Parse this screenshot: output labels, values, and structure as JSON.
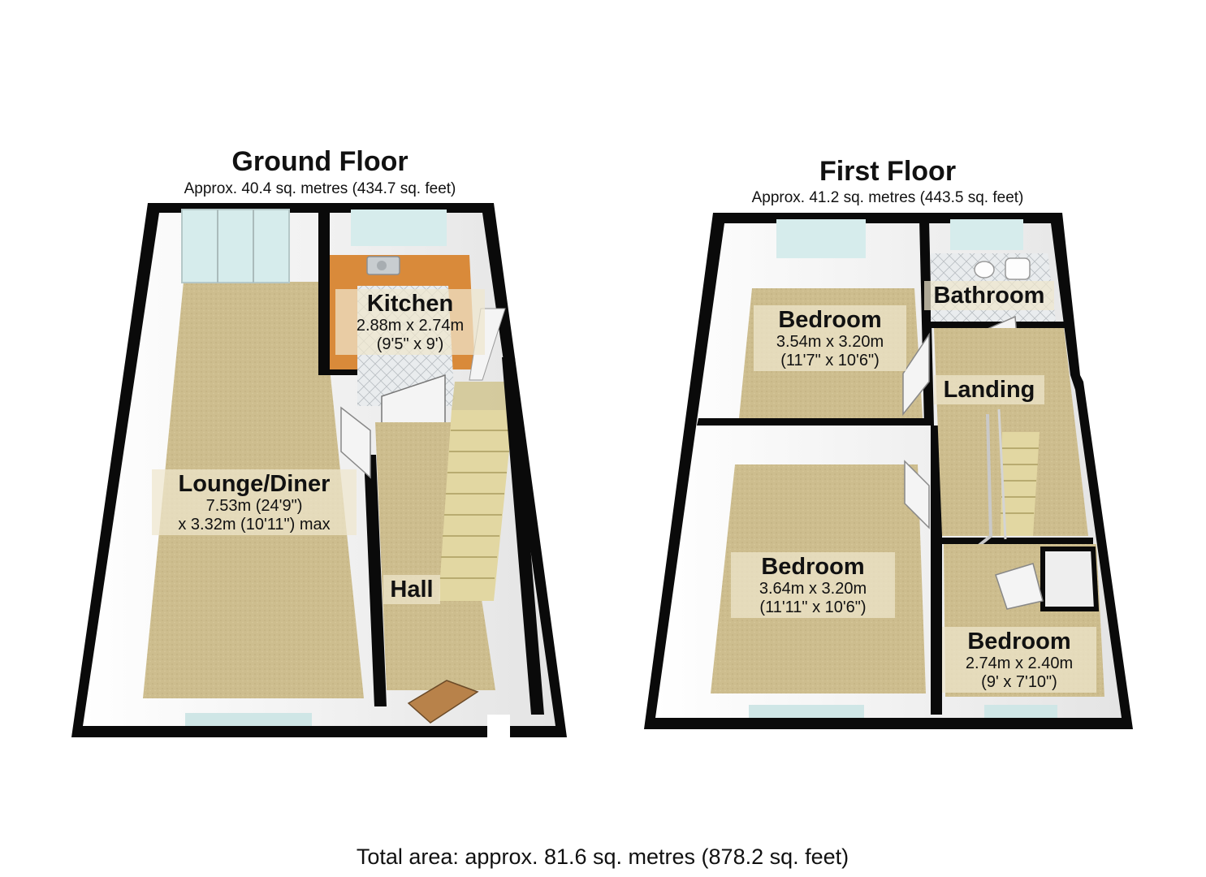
{
  "ground_floor": {
    "title": "Ground Floor",
    "area": "Approx. 40.4 sq. metres (434.7 sq. feet)",
    "rooms": {
      "lounge": {
        "name": "Lounge/Diner",
        "dim1": "7.53m (24'9\")",
        "dim2": "x 3.32m (10'11\") max"
      },
      "kitchen": {
        "name": "Kitchen",
        "dim1": "2.88m x 2.74m",
        "dim2": "(9'5\" x 9')"
      },
      "hall": {
        "name": "Hall"
      }
    }
  },
  "first_floor": {
    "title": "First Floor",
    "area": "Approx. 41.2 sq. metres (443.5 sq. feet)",
    "rooms": {
      "bedroom1": {
        "name": "Bedroom",
        "dim1": "3.54m x 3.20m",
        "dim2": "(11'7\" x 10'6\")"
      },
      "bathroom": {
        "name": "Bathroom"
      },
      "landing": {
        "name": "Landing"
      },
      "bedroom2": {
        "name": "Bedroom",
        "dim1": "3.64m x 3.20m",
        "dim2": "(11'11\" x 10'6\")"
      },
      "bedroom3": {
        "name": "Bedroom",
        "dim1": "2.74m x 2.40m",
        "dim2": "(9' x 7'10\")"
      }
    }
  },
  "total_area": "Total area: approx. 81.6 sq. metres (878.2 sq. feet)",
  "colors": {
    "wall": "#0a0a0a",
    "carpet": "#cdbd8e",
    "kitchen_floor": "#d98a3a",
    "wall_face": "#f2f2f2",
    "window": "#cfe6e6",
    "stairs": "#e2d7a2"
  }
}
